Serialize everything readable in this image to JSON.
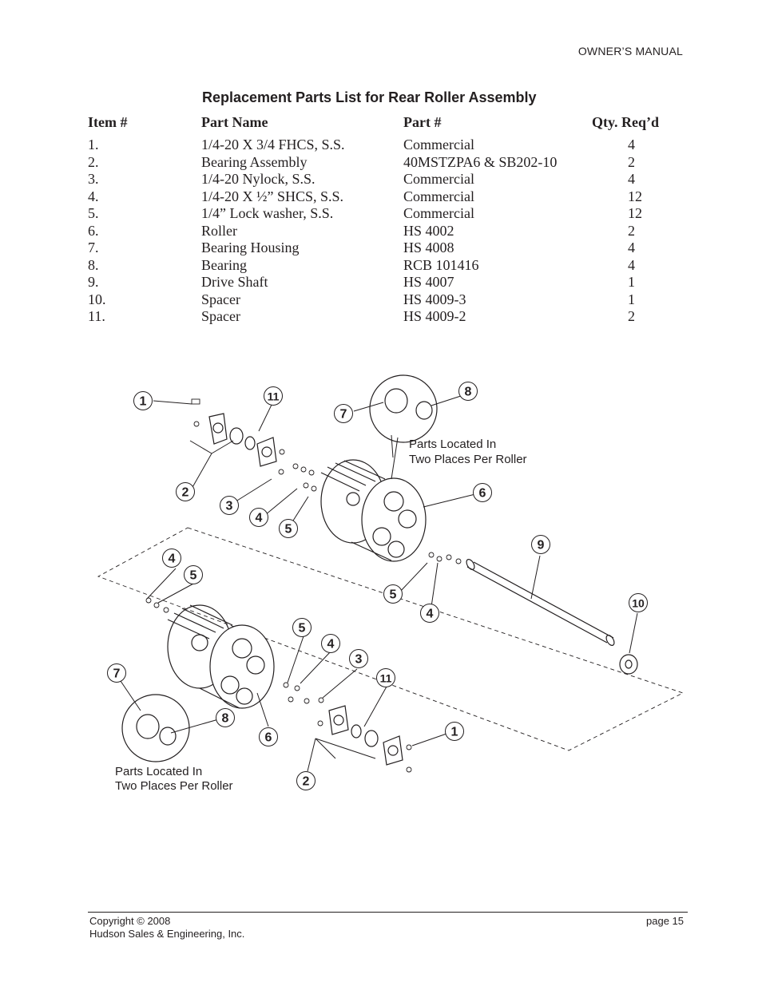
{
  "header": {
    "manual": "OWNER’S MANUAL"
  },
  "title": "Replacement Parts List for Rear Roller Assembly",
  "table": {
    "headers": [
      "Item #",
      "Part Name",
      "Part #",
      "Qty. Req’d"
    ],
    "rows": [
      [
        "1.",
        "1/4-20 X 3/4 FHCS, S.S.",
        "Commercial",
        "4"
      ],
      [
        "2.",
        "Bearing Assembly",
        "40MSTZPA6 & SB202-10",
        "2"
      ],
      [
        "3.",
        "1/4-20 Nylock, S.S.",
        "Commercial",
        "4"
      ],
      [
        "4.",
        "1/4-20 X ½” SHCS, S.S.",
        "Commercial",
        "12"
      ],
      [
        "5.",
        "1/4” Lock washer, S.S.",
        "Commercial",
        "12"
      ],
      [
        "6.",
        "Roller",
        "HS 4002",
        "2"
      ],
      [
        "7.",
        "Bearing Housing",
        "HS 4008",
        "4"
      ],
      [
        "8.",
        "Bearing",
        "RCB 101416",
        "4"
      ],
      [
        "9.",
        "Drive Shaft",
        "HS 4007",
        "1"
      ],
      [
        "10.",
        "Spacer",
        "HS 4009-3",
        "1"
      ],
      [
        "11.",
        "Spacer",
        "HS 4009-2",
        "2"
      ]
    ]
  },
  "diagram": {
    "callouts": [
      "1",
      "11",
      "7",
      "8",
      "2",
      "3",
      "4",
      "5",
      "6",
      "9",
      "4",
      "5",
      "5",
      "4",
      "10",
      "5",
      "4",
      "3",
      "7",
      "11",
      "8",
      "6",
      "1",
      "2"
    ],
    "note_top": [
      "Parts Located In",
      "Two Places Per Roller"
    ],
    "note_bottom": [
      "Parts Located In",
      "Two Places Per Roller"
    ]
  },
  "footer": {
    "copyright": "Copyright © 2008",
    "company": "Hudson Sales & Engineering, Inc.",
    "page": "page 15"
  }
}
